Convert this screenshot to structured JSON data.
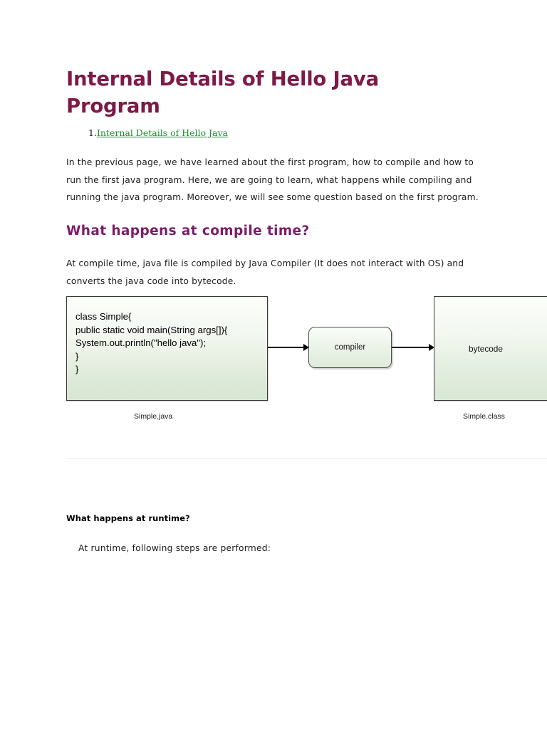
{
  "document": {
    "title": "Internal Details of Hello Java Program",
    "toc": {
      "number": "1.",
      "link_text": "Internal Details of Hello Java"
    },
    "intro_paragraph": "In the previous page, we have learned about the first program, how to compile and how to run the first java program. Here, we are going to learn, what happens while compiling and running the java program. Moreover, we will see some question based on the first program.",
    "compile_heading": "What happens at compile time?",
    "compile_paragraph": "At compile time, java file is compiled by Java Compiler (It does not interact with OS) and converts the java code into bytecode.",
    "runtime_heading": "What happens at runtime?",
    "runtime_paragraph": "At runtime, following steps are performed:"
  },
  "figure": {
    "code_block": "class Simple{\npublic static void main(String args[]){\nSystem.out.println(\"hello java\");\n}\n}",
    "compiler_label": "compiler",
    "bytecode_label": "bytecode",
    "caption_left": "Simple.java",
    "caption_right": "Simple.class"
  },
  "colors": {
    "title": "#7d1a47",
    "section_heading": "#7c1b6a",
    "link": "#1d8b2f",
    "body_text": "#1c1c1c",
    "box_border": "#3a3a3a",
    "box_fill_top": "#fcfefb",
    "box_fill_bottom": "#d6e5d1",
    "divider": "#e9e9e9"
  }
}
